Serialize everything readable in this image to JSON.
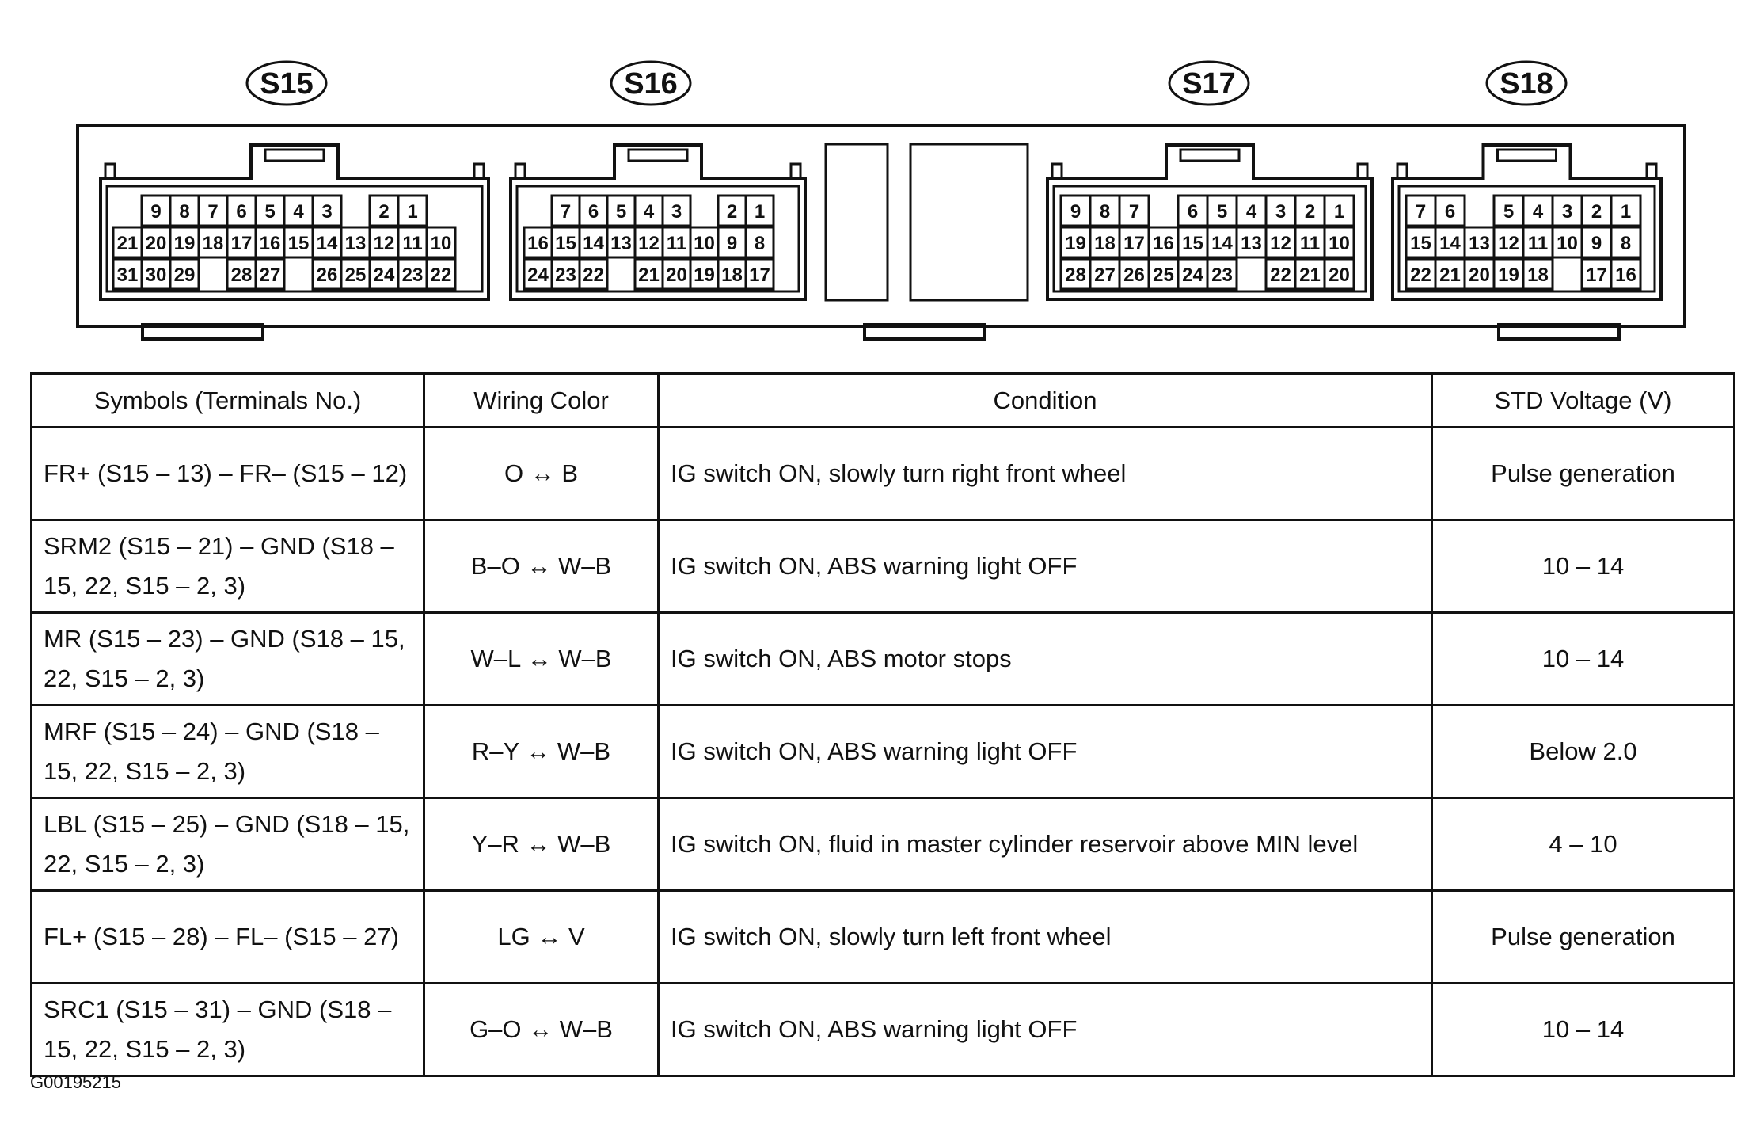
{
  "connectors": [
    {
      "label": "S15",
      "rows": [
        [
          "",
          "9",
          "8",
          "7",
          "6",
          "5",
          "4",
          "3",
          "",
          "2",
          "1",
          ""
        ],
        [
          "21",
          "20",
          "19",
          "18",
          "17",
          "16",
          "15",
          "14",
          "13",
          "12",
          "11",
          "10"
        ],
        [
          "31",
          "30",
          "29",
          "",
          "28",
          "27",
          "",
          "26",
          "25",
          "24",
          "23",
          "22"
        ]
      ]
    },
    {
      "label": "S16",
      "rows": [
        [
          "",
          "7",
          "6",
          "5",
          "4",
          "3",
          "",
          "2",
          "1"
        ],
        [
          "16",
          "15",
          "14",
          "13",
          "12",
          "11",
          "10",
          "9",
          "8"
        ],
        [
          "24",
          "23",
          "22",
          "",
          "21",
          "20",
          "19",
          "18",
          "17"
        ]
      ]
    },
    {
      "label": "S17",
      "rows": [
        [
          "9",
          "8",
          "7",
          "",
          "6",
          "5",
          "4",
          "3",
          "2",
          "1"
        ],
        [
          "19",
          "18",
          "17",
          "16",
          "15",
          "14",
          "13",
          "12",
          "11",
          "10"
        ],
        [
          "28",
          "27",
          "26",
          "25",
          "24",
          "23",
          "",
          "22",
          "21",
          "20"
        ]
      ]
    },
    {
      "label": "S18",
      "rows": [
        [
          "7",
          "6",
          "",
          "5",
          "4",
          "3",
          "2",
          "1"
        ],
        [
          "15",
          "14",
          "13",
          "12",
          "11",
          "10",
          "9",
          "8"
        ],
        [
          "22",
          "21",
          "20",
          "19",
          "18",
          "",
          "17",
          "16"
        ]
      ]
    }
  ],
  "table": {
    "headers": {
      "symbols": "Symbols (Terminals No.)",
      "wiring": "Wiring Color",
      "condition": "Condition",
      "voltage": "STD Voltage (V)"
    },
    "rows": [
      {
        "symbols": "FR+ (S15 – 13) – FR– (S15 – 12)",
        "wiring": "O ↔ B",
        "condition": "IG switch ON, slowly turn right front wheel",
        "voltage": "Pulse generation"
      },
      {
        "symbols": "SRM2 (S15 – 21) – GND (S18 – 15, 22, S15 – 2, 3)",
        "wiring": "B–O ↔ W–B",
        "condition": "IG switch ON, ABS warning light OFF",
        "voltage": "10 – 14"
      },
      {
        "symbols": "MR (S15 – 23) – GND (S18 – 15, 22, S15 – 2, 3)",
        "wiring": "W–L ↔ W–B",
        "condition": "IG switch ON, ABS motor stops",
        "voltage": "10 – 14"
      },
      {
        "symbols": "MRF (S15 – 24) – GND (S18 – 15, 22, S15 – 2, 3)",
        "wiring": "R–Y ↔ W–B",
        "condition": "IG switch ON, ABS warning light OFF",
        "voltage": "Below 2.0"
      },
      {
        "symbols": "LBL (S15 – 25) – GND (S18 – 15, 22, S15 – 2, 3)",
        "wiring": "Y–R ↔ W–B",
        "condition": "IG switch ON, fluid in master cylinder reservoir above MIN level",
        "voltage": "4 – 10"
      },
      {
        "symbols": "FL+ (S15 – 28) – FL– (S15 – 27)",
        "wiring": "LG ↔ V",
        "condition": "IG switch ON, slowly turn left front wheel",
        "voltage": "Pulse generation"
      },
      {
        "symbols": "SRC1 (S15 – 31) – GND (S18 – 15, 22, S15 – 2, 3)",
        "wiring": "G–O ↔ W–B",
        "condition": "IG switch ON, ABS warning light OFF",
        "voltage": "10 – 14"
      }
    ]
  },
  "figure_id": "G00195215"
}
